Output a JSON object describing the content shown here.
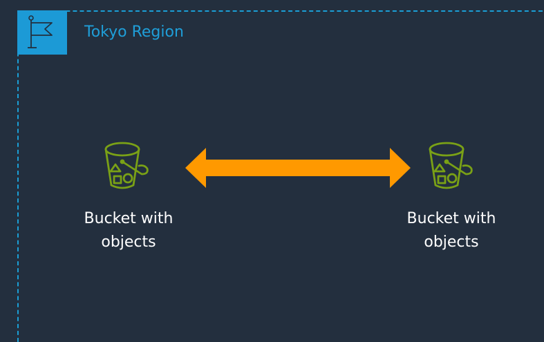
{
  "region": {
    "title": "Tokyo Region",
    "icon": "flag-icon",
    "border_color": "#1a9fd6",
    "icon_bg": "#1c9ad6"
  },
  "buckets": [
    {
      "label_line1": "Bucket with",
      "label_line2": "objects",
      "icon": "s3-bucket-with-objects-icon",
      "color": "#7aa116"
    },
    {
      "label_line1": "Bucket with",
      "label_line2": "objects",
      "icon": "s3-bucket-with-objects-icon",
      "color": "#7aa116"
    }
  ],
  "connector": {
    "type": "bidirectional-arrow",
    "color": "#ff9900"
  },
  "background": "#232f3e"
}
